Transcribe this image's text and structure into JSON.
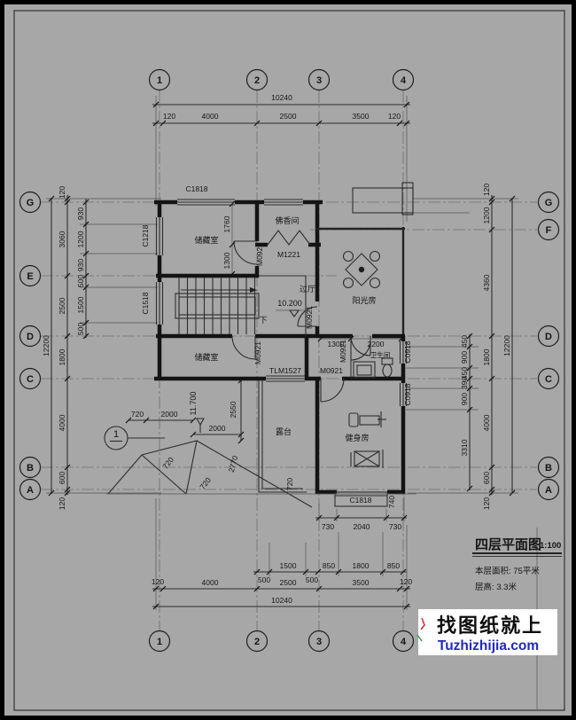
{
  "colors": {
    "background": "#a7a7a7",
    "ink": "#151515",
    "watermark_bg": "#ffffff",
    "watermark_text": "#0d0d0d",
    "watermark_link": "#2228bb"
  },
  "axes": {
    "cols": [
      "1",
      "2",
      "3",
      "4"
    ],
    "left": [
      "G",
      "E",
      "D",
      "C",
      "B",
      "A"
    ],
    "right": [
      "G",
      "F",
      "D",
      "C",
      "B",
      "A"
    ]
  },
  "dims": {
    "top": {
      "total": "10240",
      "segs": [
        "120",
        "4000",
        "2500",
        "3500",
        "120"
      ]
    },
    "bottom": {
      "sub": [
        "500",
        "1500",
        "500",
        "850",
        "1800",
        "850"
      ],
      "segs": [
        "120",
        "4000",
        "2500",
        "3500",
        "120"
      ],
      "total": "10240"
    },
    "left": {
      "fine": [
        "930",
        "1200",
        "930",
        "500",
        "1500",
        "500"
      ],
      "major": [
        "120",
        "3060",
        "2500",
        "1800",
        "4000",
        "600",
        "120"
      ],
      "total": "12200"
    },
    "right": {
      "fine": [
        "450",
        "900",
        "450",
        "390",
        "900",
        "3310"
      ],
      "major": [
        "120",
        "1200",
        "4360",
        "1800",
        "4000",
        "600",
        "120"
      ],
      "total": "12200"
    },
    "storage_chain": [
      "1760",
      "1300"
    ],
    "bath": [
      "1300",
      "2200"
    ],
    "roof": [
      "720",
      "2000",
      "2000",
      "2550",
      "2770",
      "720",
      "720",
      "720"
    ],
    "bottom_window": [
      "730",
      "2040",
      "730",
      "740"
    ]
  },
  "openings": {
    "c1818_top": "C1818",
    "c1218": "C1218",
    "c1518": "C1518",
    "m0921": "M0921",
    "m1221": "M1221",
    "tlm1527": "TLM1527",
    "c0918": "C0918",
    "c1818_bottom": "C1818"
  },
  "rooms": {
    "storage1": "储藏室",
    "prayer": "佛香间",
    "hall": "过厅",
    "sunroom": "阳光房",
    "storage2": "储藏室",
    "bath": "卫生间",
    "terrace": "露台",
    "gym": "健身房"
  },
  "levels": {
    "hall": "10.200",
    "roof": "11.700",
    "down": "下"
  },
  "detail_mark": "1",
  "title_block": {
    "title": "四层平面图",
    "scale": "1:100",
    "area": "本层面积: 75平米",
    "height": "层高: 3.3米"
  },
  "watermark": {
    "line1": "找图纸就上",
    "line2": "Tuzhizhijia.com"
  }
}
